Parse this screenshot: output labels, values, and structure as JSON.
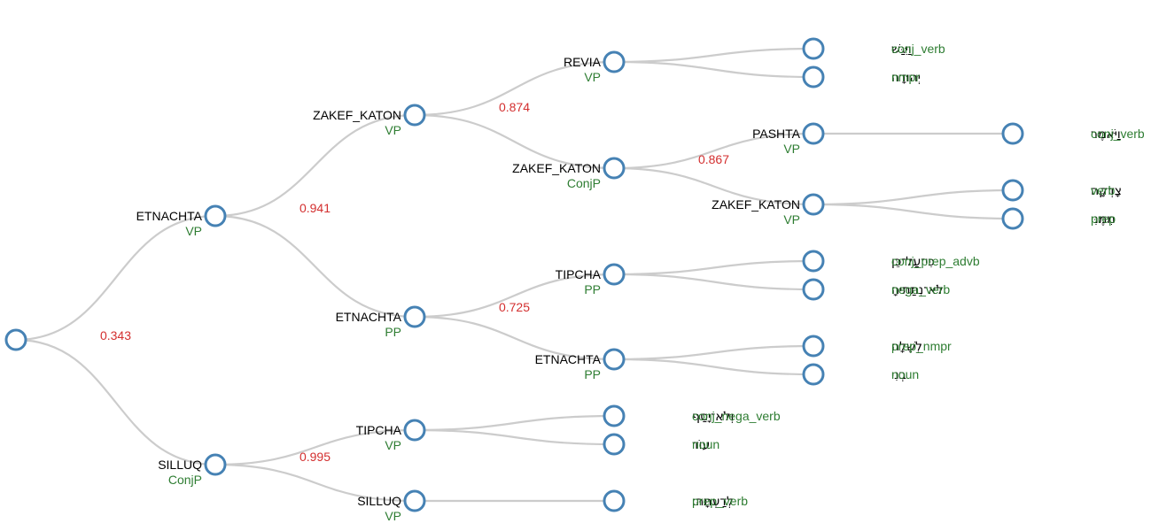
{
  "colors": {
    "link": "#cccccc",
    "node_stroke": "#4682b4",
    "accent_text": "#000000",
    "phrase_text": "#2e7d32",
    "probability_text": "#d32f2f"
  },
  "tree": {
    "id": "root",
    "prob": "0.343",
    "children": [
      {
        "id": "etnachta-1",
        "accent": "ETNACHTA",
        "phrase": "VP",
        "prob": "0.941",
        "children": [
          {
            "id": "zakef-katon-1",
            "accent": "ZAKEF_KATON",
            "phrase": "VP",
            "prob": "0.874",
            "children": [
              {
                "id": "revia-1",
                "accent": "REVIA",
                "phrase": "VP",
                "children": [
                  {
                    "id": "w-vayigash",
                    "word": "וַיִּגַּשׁ",
                    "pos": "conj_verb"
                  },
                  {
                    "id": "w-yehudah",
                    "word": "יְהוּדָה",
                    "pos": "nmpr"
                  }
                ]
              },
              {
                "id": "zakef-katon-2",
                "accent": "ZAKEF_KATON",
                "phrase": "ConjP",
                "prob": "0.867",
                "children": [
                  {
                    "id": "pashta-1",
                    "accent": "PASHTA",
                    "phrase": "VP",
                    "children": [
                      {
                        "id": "w-vayomer",
                        "word": "וַיֹּאמֶר",
                        "pos": "conj_verb"
                      }
                    ]
                  },
                  {
                    "id": "zakef-katon-3",
                    "accent": "ZAKEF_KATON",
                    "phrase": "VP",
                    "children": [
                      {
                        "id": "w-tzadkah",
                        "word": "צָדְקָה",
                        "pos": "verb"
                      },
                      {
                        "id": "w-mimeni",
                        "word": "מִמֶּנִּי",
                        "pos": "prep"
                      }
                    ]
                  }
                ]
              }
            ]
          },
          {
            "id": "etnachta-2",
            "accent": "ETNACHTA",
            "phrase": "PP",
            "prob": "0.725",
            "children": [
              {
                "id": "tipcha-1",
                "accent": "TIPCHA",
                "phrase": "PP",
                "children": [
                  {
                    "id": "w-ki-al-ken",
                    "word": "כִּי־עַל־כֵּן",
                    "pos": "conj_prep_advb"
                  },
                  {
                    "id": "w-lo-netatiha",
                    "word": "לֹא־נְתַתִּיהָ",
                    "pos": "nega_verb"
                  }
                ]
              },
              {
                "id": "etnachta-3",
                "accent": "ETNACHTA",
                "phrase": "PP",
                "children": [
                  {
                    "id": "w-leshelah",
                    "word": "לְשֵׁלָה",
                    "pos": "prep_nmpr"
                  },
                  {
                    "id": "w-beni",
                    "word": "בְנִי",
                    "pos": "noun"
                  }
                ]
              }
            ]
          }
        ]
      },
      {
        "id": "silluq-1",
        "accent": "SILLUQ",
        "phrase": "ConjP",
        "prob": "0.995",
        "children": [
          {
            "id": "tipcha-2",
            "accent": "TIPCHA",
            "phrase": "VP",
            "children": [
              {
                "id": "w-velo-yasaf",
                "word": "וְלֹא־יָסַף",
                "pos": "conj_nega_verb"
              },
              {
                "id": "w-od",
                "word": "עוֹד",
                "pos": "noun"
              }
            ]
          },
          {
            "id": "silluq-2",
            "accent": "SILLUQ",
            "phrase": "VP",
            "children": [
              {
                "id": "w-ledatah",
                "word": "לְדַעְתָּהּ׃",
                "pos": "prep_verb"
              }
            ]
          }
        ]
      }
    ]
  }
}
